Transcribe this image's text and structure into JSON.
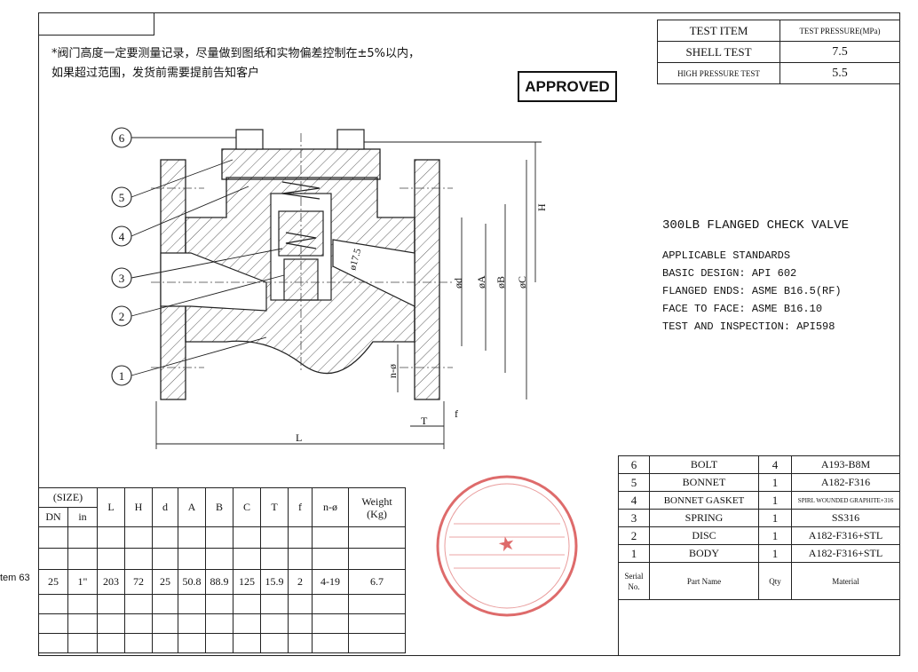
{
  "note": {
    "line1": "*阀门高度一定要测量记录，尽量做到图纸和实物偏差控制在±5%以内，",
    "line2": "如果超过范围，发货前需要提前告知客户"
  },
  "approved": "APPROVED",
  "test_table": {
    "header": [
      "TEST ITEM",
      "TEST PRESSURE(MPa)"
    ],
    "rows": [
      [
        "SHELL TEST",
        "7.5"
      ],
      [
        "HIGH PRESSURE TEST",
        "5.5"
      ]
    ]
  },
  "valve": {
    "title": "300LB FLANGED CHECK VALVE",
    "standards": [
      "APPLICABLE STANDARDS",
      "BASIC DESIGN: API 602",
      "FLANGED ENDS: ASME B16.5(RF)",
      "FACE TO FACE: ASME B16.10",
      "TEST AND INSPECTION: API598"
    ]
  },
  "callouts": [
    "6",
    "5",
    "4",
    "3",
    "2",
    "1"
  ],
  "dims": {
    "H": "H",
    "d": "ød",
    "A": "øA",
    "B": "øB",
    "C": "øC",
    "n": "n-ø",
    "T": "T",
    "f": "f",
    "L": "L",
    "bore": "ø17.5"
  },
  "size_table": {
    "size_label": "(SIZE)",
    "dn": "DN",
    "in": "in",
    "cols": [
      "L",
      "H",
      "d",
      "A",
      "B",
      "C",
      "T",
      "f",
      "n-ø"
    ],
    "weight": "Weight",
    "weight_unit": "(Kg)",
    "row": [
      "25",
      "1\"",
      "203",
      "72",
      "25",
      "50.8",
      "88.9",
      "125",
      "15.9",
      "2",
      "4-19",
      "6.7"
    ]
  },
  "side_label": "tem 63",
  "parts_table": {
    "rows": [
      [
        "6",
        "BOLT",
        "4",
        "A193-B8M"
      ],
      [
        "5",
        "BONNET",
        "1",
        "A182-F316"
      ],
      [
        "4",
        "BONNET GASKET",
        "1",
        "SPIRL WOUNDED GRAPHITE+316"
      ],
      [
        "3",
        "SPRING",
        "1",
        "SS316"
      ],
      [
        "2",
        "DISC",
        "1",
        "A182-F316+STL"
      ],
      [
        "1",
        "BODY",
        "1",
        "A182-F316+STL"
      ]
    ],
    "footer": [
      "Serial No.",
      "Part Name",
      "Qty",
      "Material"
    ]
  },
  "colors": {
    "stamp": "#d33a3a",
    "line": "#222222"
  }
}
